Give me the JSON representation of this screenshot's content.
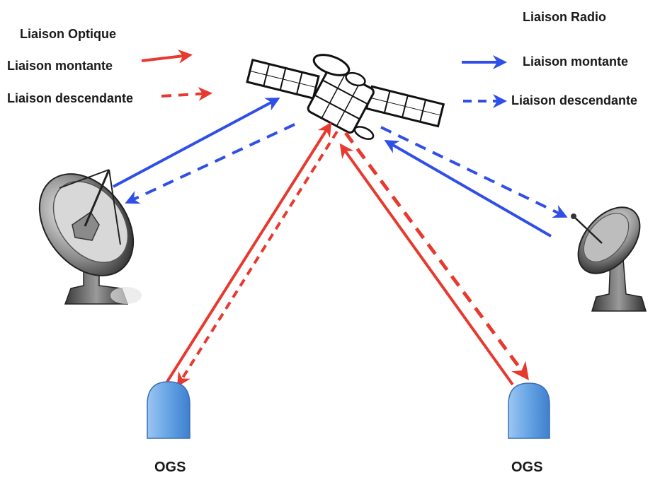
{
  "legend_optical": {
    "title": "Liaison Optique",
    "uplink_label": "Liaison montante",
    "downlink_label": "Liaison descendante",
    "color": "#e8392f"
  },
  "legend_radio": {
    "title": "Liaison Radio",
    "uplink_label": "Liaison montante",
    "downlink_label": "Liaison descendante",
    "color": "#2f4fe8"
  },
  "ground_stations": {
    "left_label": "OGS",
    "right_label": "OGS",
    "color": "#5b9be0"
  },
  "icons": {
    "satellite": "satellite-icon",
    "antenna": "parabolic-antenna-icon",
    "ogs": "optical-ground-station-icon"
  }
}
